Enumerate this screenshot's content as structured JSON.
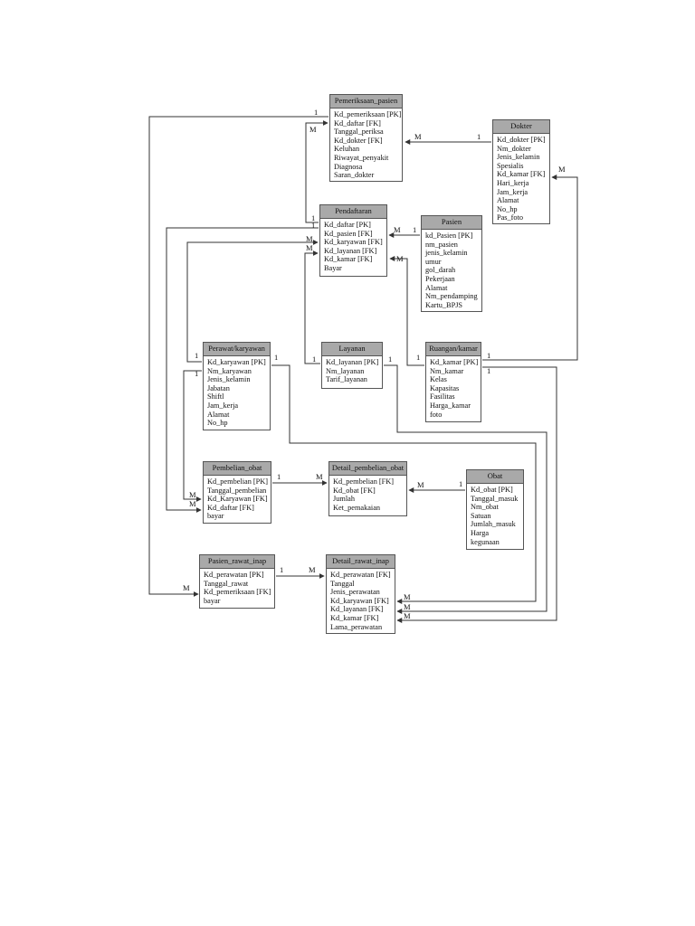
{
  "entities": {
    "pemeriksaan_pasien": {
      "title": "Pemeriksaan_pasien",
      "attributes": [
        "Kd_pemeriksaan [PK]",
        "Kd_daftar [FK]",
        "Tanggal_periksa",
        "Kd_dokter [FK]",
        "Keluhan",
        "Riwayat_penyakit",
        "Diagnosa",
        "Saran_dokter"
      ]
    },
    "dokter": {
      "title": "Dokter",
      "attributes": [
        "Kd_dokter [PK]",
        "Nm_dokter",
        "Jenis_kelamin",
        "Spesialis",
        "Kd_kamar [FK]",
        "Hari_kerja",
        "Jam_kerja",
        "Alamat",
        "No_hp",
        "Pas_foto"
      ]
    },
    "pendaftaran": {
      "title": "Pendaftaran",
      "attributes": [
        "Kd_daftar [PK]",
        "Kd_pasien [FK]",
        "Kd_karyawan [FK]",
        "Kd_layanan [FK]",
        "Kd_kamar [FK]",
        "Bayar"
      ]
    },
    "pasien": {
      "title": "Pasien",
      "attributes": [
        "kd_Pasien [PK]",
        "nm_pasien",
        "jenis_kelamin",
        "umur",
        "gol_darah",
        "Pekerjaan",
        "Alamat",
        "Nm_pendamping",
        "Kartu_BPJS"
      ]
    },
    "perawat_karyawan": {
      "title": "Perawat/karyawan",
      "attributes": [
        "Kd_karyawan [PK]",
        "Nm_karyawan",
        "Jenis_kelamin",
        "Jabatan",
        "Shiftl",
        "Jam_kerja",
        "Alamat",
        "No_hp"
      ]
    },
    "layanan": {
      "title": "Layanan",
      "attributes": [
        "Kd_layanan [PK]",
        "Nm_layanan",
        "Tarif_layanan"
      ]
    },
    "ruangan_kamar": {
      "title": "Ruangan/kamar",
      "attributes": [
        "Kd_kamar [PK]",
        "Nm_kamar",
        "Kelas",
        "Kapasitas",
        "Fasilitas",
        "Harga_kamar",
        "foto"
      ]
    },
    "pembelian_obat": {
      "title": "Pembelian_obat",
      "attributes": [
        "Kd_pembelian [PK]",
        "Tanggal_pembelian",
        "Kd_Karyawan [FK]",
        "Kd_daftar [FK]",
        "bayar"
      ]
    },
    "detail_pembelian_obat": {
      "title": "Detail_pembelian_obat",
      "attributes": [
        "Kd_pembelian [FK]",
        "Kd_obat [FK]",
        "Jumlah",
        "Ket_pemakaian"
      ]
    },
    "obat": {
      "title": "Obat",
      "attributes": [
        "Kd_obat [PK]",
        "Tanggal_masuk",
        "Nm_obat",
        "Satuan",
        "Jumlah_masuk",
        "Harga",
        "kegunaan"
      ]
    },
    "pasien_rawat_inap": {
      "title": "Pasien_rawat_inap",
      "attributes": [
        "Kd_perawatan [PK]",
        "Tanggal_rawat",
        "Kd_pemeriksaan [FK]",
        "bayar"
      ]
    },
    "detail_rawat_inap": {
      "title": "Detail_rawat_inap",
      "attributes": [
        "Kd_perawatan [FK]",
        "Tanggal",
        "Jenis_perawatan",
        "Kd_karyawan [FK]",
        "Kd_layanan [FK]",
        "Kd_kamar [FK]",
        "Lama_perawatan"
      ]
    }
  },
  "cardinality": {
    "one": "1",
    "many": "M"
  }
}
